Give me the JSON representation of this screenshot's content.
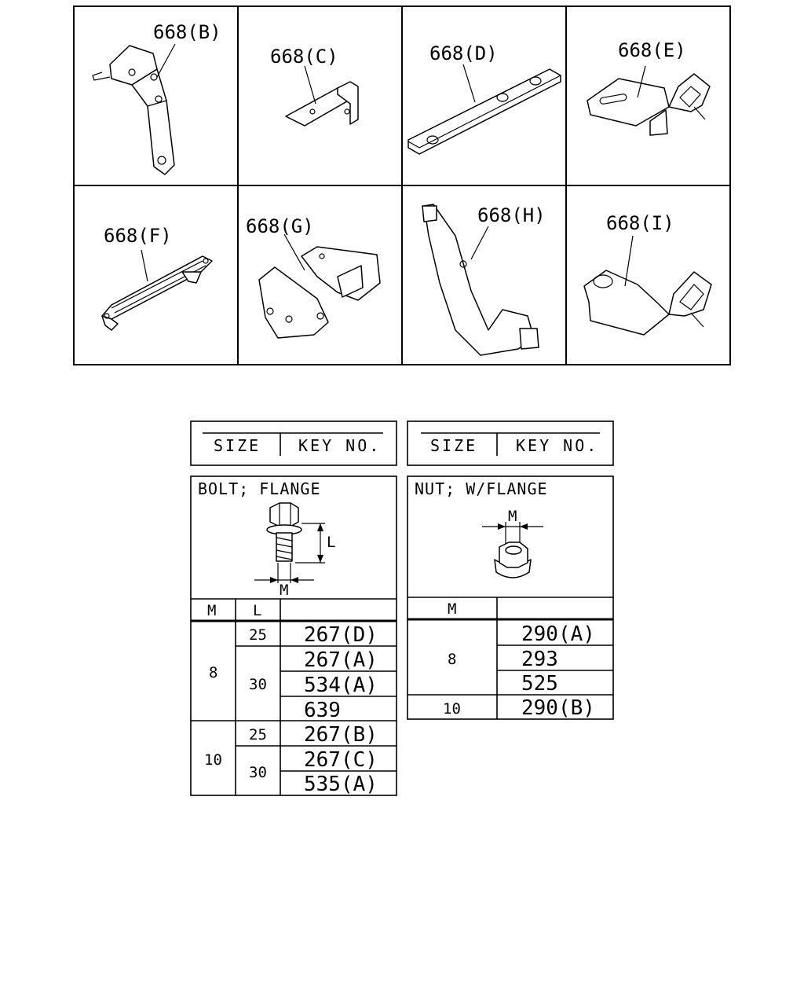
{
  "parts": [
    {
      "label": "668(B)"
    },
    {
      "label": "668(C)"
    },
    {
      "label": "668(D)"
    },
    {
      "label": "668(E)"
    },
    {
      "label": "668(F)"
    },
    {
      "label": "668(G)"
    },
    {
      "label": "668(H)"
    },
    {
      "label": "668(I)"
    }
  ],
  "headers": [
    {
      "size": "SIZE",
      "key": "KEY NO."
    },
    {
      "size": "SIZE",
      "key": "KEY NO."
    }
  ],
  "bolt": {
    "title": "BOLT; FLANGE",
    "dim_l": "L",
    "dim_m": "M",
    "col_m": "M",
    "col_l": "L",
    "m_values": [
      "8",
      "10"
    ],
    "l_values": [
      "25",
      "30",
      "25",
      "30"
    ],
    "keys": [
      "267(D)",
      "267(A)",
      "534(A)",
      "639",
      "267(B)",
      "267(C)",
      "535(A)"
    ]
  },
  "nut": {
    "title": "NUT; W/FLANGE",
    "dim_m": "M",
    "col_m": "M",
    "m_values": [
      "8",
      "10"
    ],
    "keys": [
      "290(A)",
      "293",
      "525",
      "290(B)"
    ]
  }
}
